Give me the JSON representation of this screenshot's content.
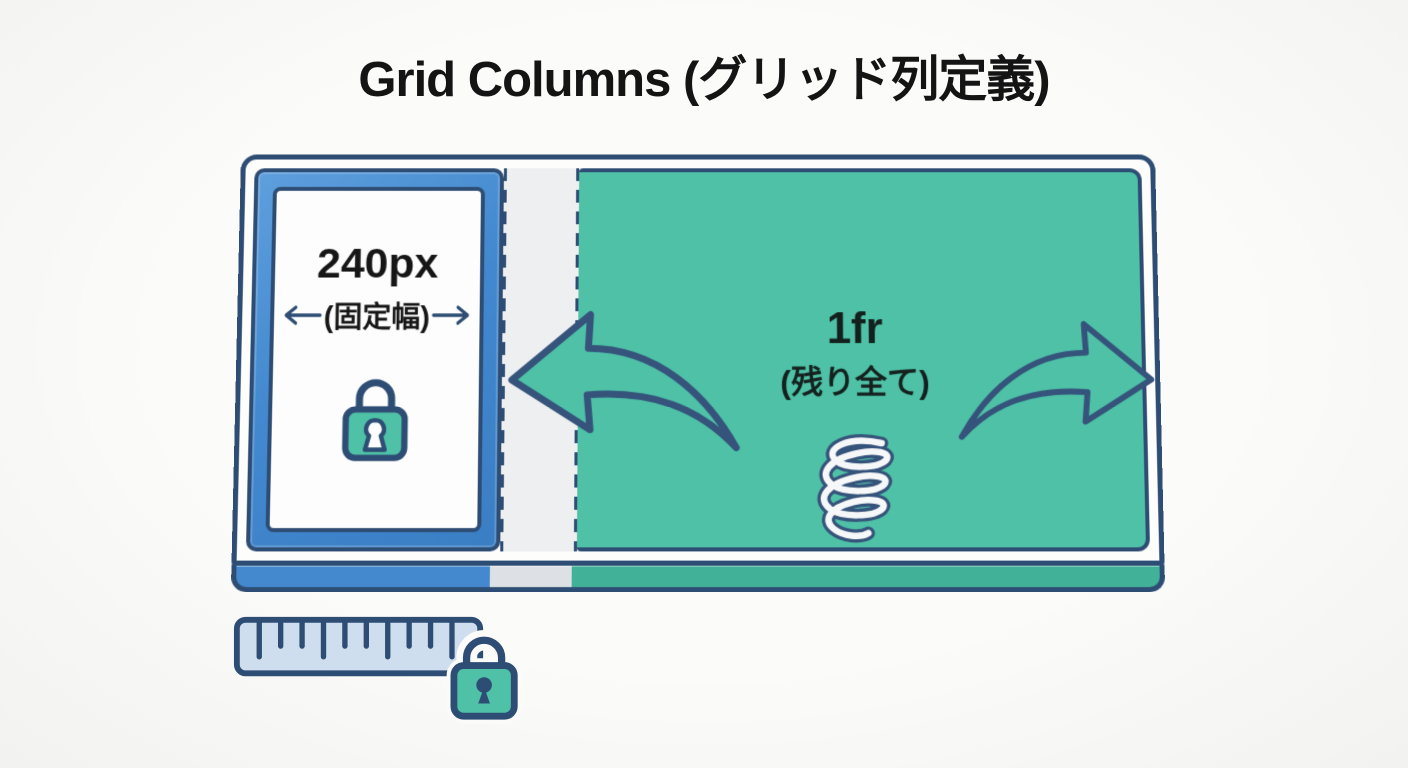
{
  "title": "Grid Columns (グリッド列定義)",
  "diagram": {
    "fixed_column": {
      "width_label": "240px",
      "sub_label": "(固定幅)"
    },
    "flex_column": {
      "width_label": "1fr",
      "sub_label": "(残り全て)"
    }
  },
  "icons": {
    "fixed_lock": "lock-icon",
    "flex_spring": "spring-icon",
    "expand_left": "curved-arrow-left-icon",
    "expand_right": "curved-arrow-right-icon",
    "dimension_left": "arrow-left-icon",
    "dimension_right": "arrow-right-icon",
    "measure": "ruler-icon",
    "measure_lock": "lock-icon"
  },
  "colors": {
    "background": "#fafaf8",
    "outline_navy": "#2e4d74",
    "frame_blue": "#4a90d4",
    "column_teal": "#4ec1a6",
    "gap_gray": "#edeff0",
    "ruler_blue": "#cfdeee",
    "text_black": "#161616"
  }
}
